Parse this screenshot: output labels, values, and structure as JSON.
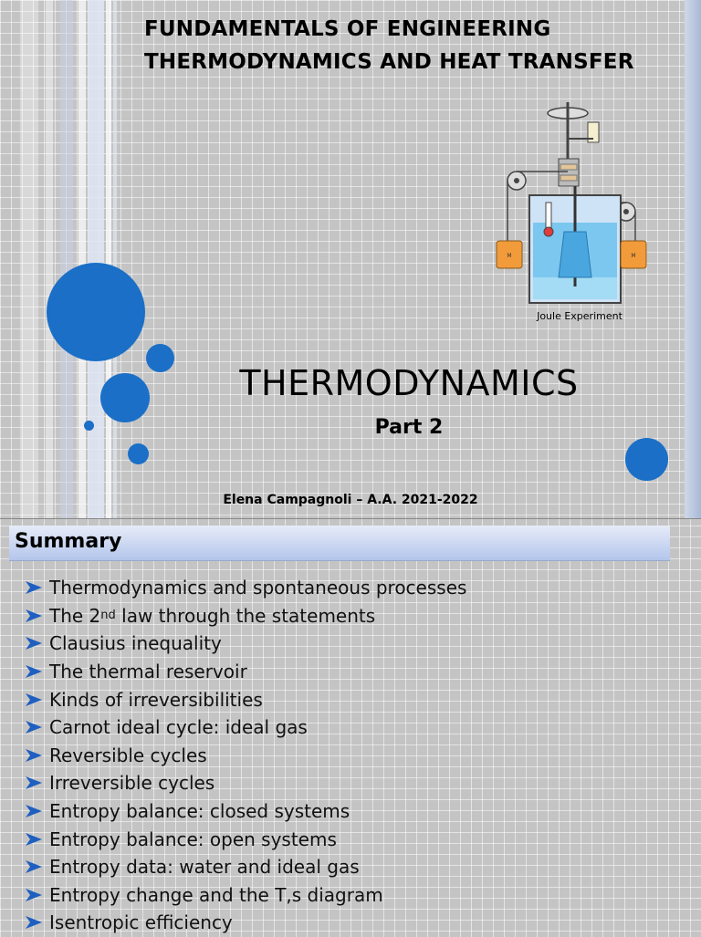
{
  "slide1": {
    "header_line1": "FUNDAMENTALS OF ENGINEERING",
    "header_line2": "THERMODYNAMICS AND HEAT TRANSFER",
    "image_caption": "Joule Experiment",
    "title": "THERMODYNAMICS",
    "subtitle": "Part 2",
    "author": "Elena Campagnoli – A.A. 2021-2022"
  },
  "slide2": {
    "heading": "Summary",
    "items": [
      {
        "text": "Thermodynamics and spontaneous processes"
      },
      {
        "text": "The 2",
        "sup": "nd",
        "after": " law through the statements"
      },
      {
        "text": "Clausius inequality"
      },
      {
        "text": "The thermal reservoir"
      },
      {
        "text": "Kinds of irreversibilities"
      },
      {
        "text": "Carnot ideal cycle: ideal gas"
      },
      {
        "text": "Reversible cycles"
      },
      {
        "text": "Irreversible cycles"
      },
      {
        "text": "Entropy balance: closed systems"
      },
      {
        "text": "Entropy balance: open systems"
      },
      {
        "text": "Entropy data: water and ideal gas"
      },
      {
        "text": "Entropy change and the T,s diagram"
      },
      {
        "text": "Isentropic efficiency"
      }
    ]
  },
  "colors": {
    "accent": "#1b6fc7",
    "bullet_arrow": "#1f5fbf",
    "background": "#c4c4c4"
  },
  "icons": {
    "bullet": "arrow-bullet-icon",
    "illustration": "joule-apparatus-icon"
  }
}
